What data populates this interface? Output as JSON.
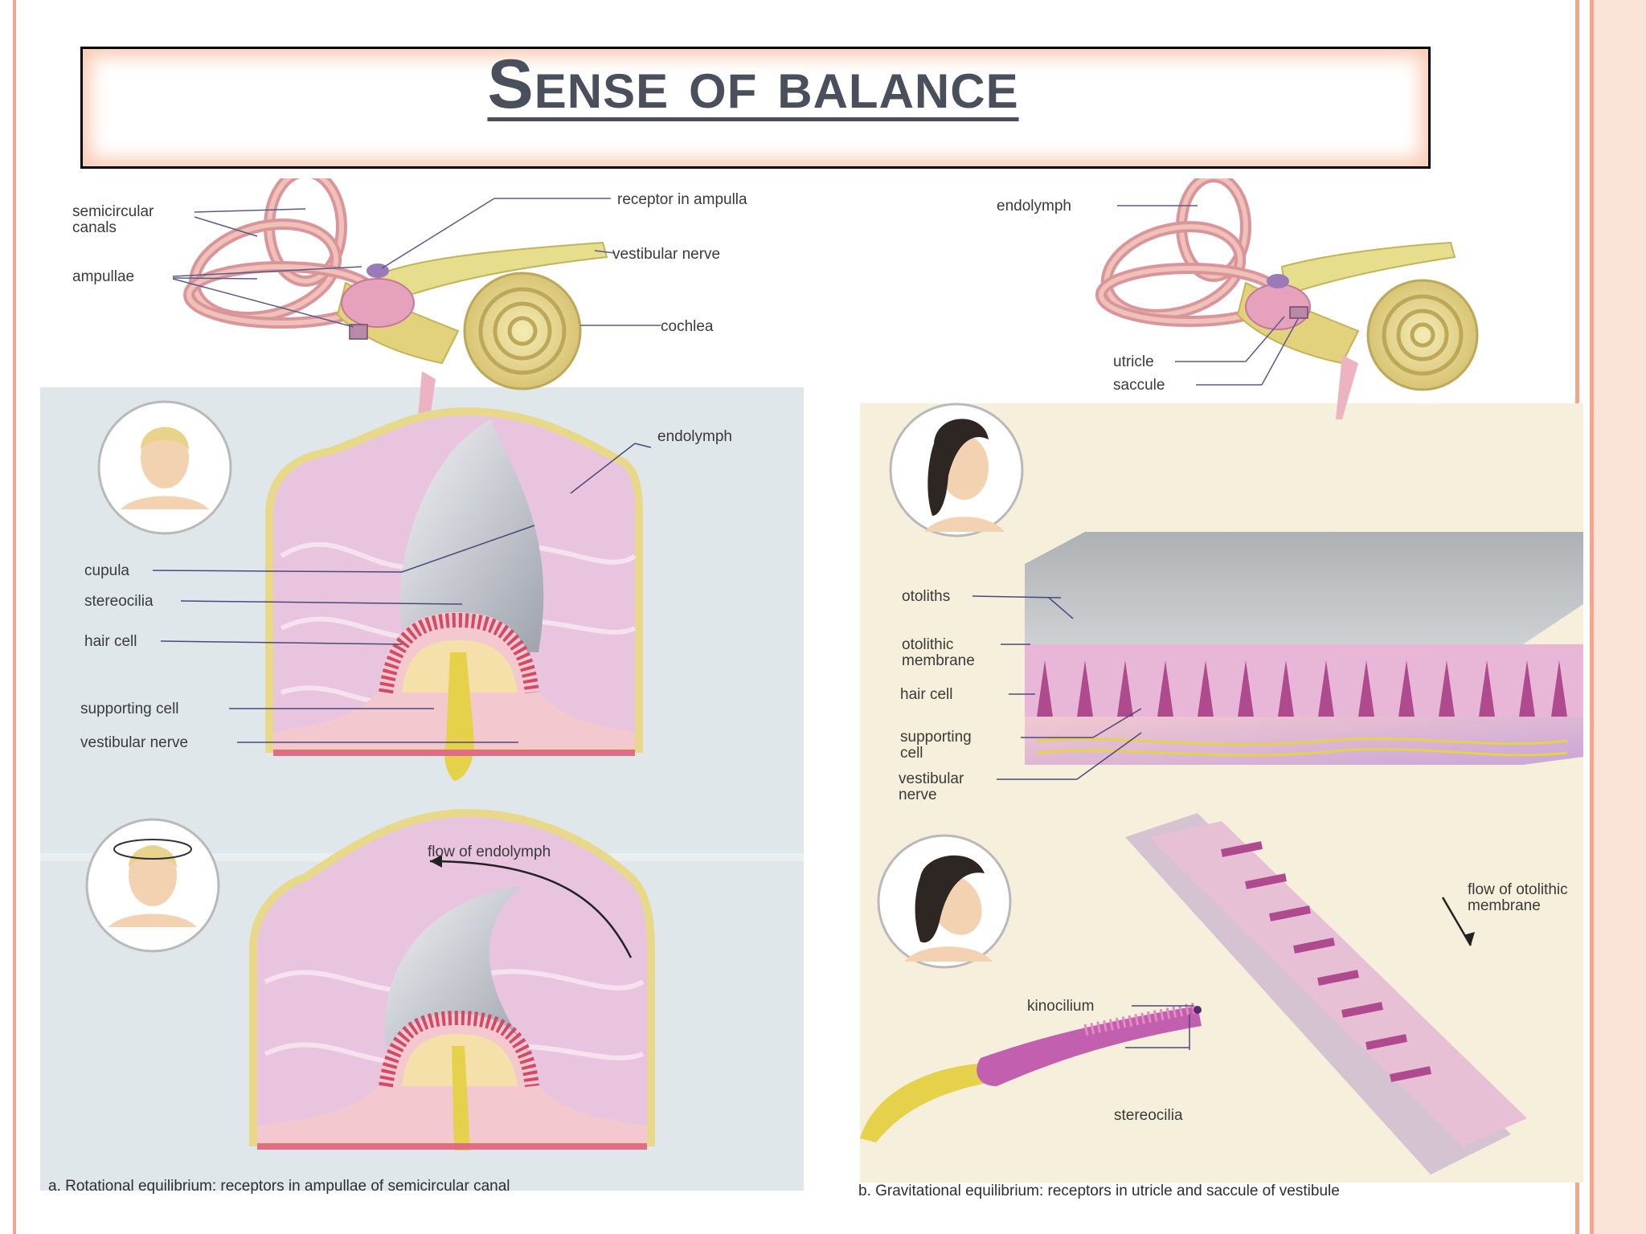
{
  "slide": {
    "title": "Sense of balance"
  },
  "panel_a": {
    "labels": {
      "semicircular_canals_1": "semicircular",
      "semicircular_canals_2": "canals",
      "ampullae": "ampullae",
      "receptor_in_ampulla": "receptor in ampulla",
      "vestibular_nerve_top": "vestibular nerve",
      "cochlea": "cochlea",
      "endolymph": "endolymph",
      "cupula": "cupula",
      "stereocilia": "stereocilia",
      "hair_cell": "hair cell",
      "supporting_cell": "supporting cell",
      "vestibular_nerve": "vestibular nerve",
      "flow_of_endolymph": "flow of endolymph"
    },
    "caption": "a. Rotational equilibrium: receptors in ampullae of semicircular canal"
  },
  "panel_b": {
    "labels": {
      "endolymph": "endolymph",
      "utricle": "utricle",
      "saccule": "saccule",
      "otoliths": "otoliths",
      "otolithic_membrane_1": "otolithic",
      "otolithic_membrane_2": "membrane",
      "hair_cell": "hair cell",
      "supporting_cell_1": "supporting",
      "supporting_cell_2": "cell",
      "vestibular_nerve_1": "vestibular",
      "vestibular_nerve_2": "nerve",
      "flow_otolithic_1": "flow of otolithic",
      "flow_otolithic_2": "membrane",
      "kinocilium": "kinocilium",
      "stereocilia": "stereocilia"
    },
    "caption": "b. Gravitational equilibrium: receptors in utricle and saccule of vestibule"
  },
  "colors": {
    "accent_border": "#f4a58a",
    "title_text": "#4a4f5c",
    "tissue_pink": "#e6b6d6",
    "bony_yellow": "#e8d98a",
    "cupula_grey": "#b8bcc4",
    "hair_red": "#d24a6a",
    "nerve_yellow": "#e6d24a",
    "bg_blue": "#dde6ea",
    "bg_cream": "#f6efdc"
  }
}
